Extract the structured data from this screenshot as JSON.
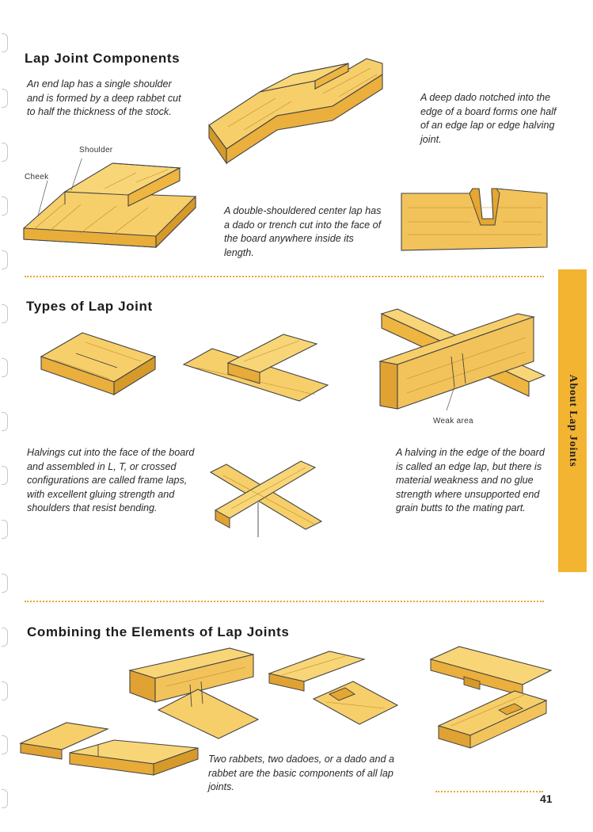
{
  "sections": {
    "components": {
      "title": "Lap Joint Components",
      "end_lap_text": "An end lap has a single shoulder and is formed by a deep rabbet cut to half the thickness of the stock.",
      "shoulder_label": "Shoulder",
      "cheek_label": "Cheek",
      "center_lap_text": "A double-shouldered center lap has a dado or trench cut into the face of the board anywhere inside its length.",
      "edge_dado_text": "A deep dado notched into the edge of a board forms one half of an edge lap or edge halving joint."
    },
    "types": {
      "title": "Types of Lap Joint",
      "halvings_text": "Halvings cut into the face of the board and assembled in L, T, or crossed configurations are called frame laps, with excellent gluing strength and shoulders that resist bending.",
      "weak_area_label": "Weak area",
      "edge_lap_text": "A halving in the edge of the board is called an edge lap, but there is material weakness and no glue strength where unsupported end grain butts to the mating part."
    },
    "combining": {
      "title": "Combining the Elements of Lap Joints",
      "basics_text": "Two rabbets, two dadoes, or a dado and a rabbet are the basic components of all lap joints."
    }
  },
  "side_tab": {
    "label": "About Lap Joints"
  },
  "page": {
    "number": "41"
  },
  "colors": {
    "wood_light": "#f7cf6a",
    "wood_mid": "#eeb541",
    "wood_dark": "#d69a2a",
    "accent": "#f3b431"
  },
  "icons": [
    "end-lap-illustration",
    "center-lap-illustration",
    "edge-dado-illustration",
    "l-frame-lap-illustration",
    "t-frame-lap-illustration",
    "edge-lap-illustration",
    "cross-lap-illustration",
    "rabbet-pair-illustration",
    "bridle-assembly-illustration",
    "dado-rabbet-corner-illustration",
    "dado-pair-illustration"
  ]
}
